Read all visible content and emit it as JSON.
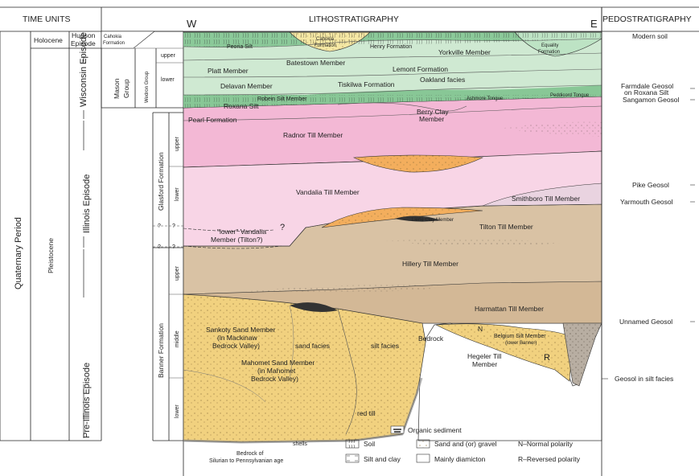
{
  "headers": {
    "time_units": "TIME UNITS",
    "lithostratigraphy": "LITHOSTRATIGRAPHY",
    "pedostratigraphy": "PEDOSTRATIGRAPHY",
    "west": "W",
    "east": "E"
  },
  "time_units": {
    "period": "Quaternary Period",
    "holocene": "Holocene",
    "pleistocene": "Pleistocene",
    "hudson": "Hudson Episode",
    "wisconsin": "Wisconsin Episode",
    "illinois": "Illinois Episode",
    "pre_illinois": "Pre-Illinois Episode"
  },
  "groups": {
    "cahokia_formation": "Cahokia Formation",
    "mason_group": "Mason Group",
    "wedron_group": "Wedron Group",
    "upper": "upper",
    "lower": "lower",
    "glasford_formation": "Glasford Formation",
    "glasford_upper": "upper",
    "glasford_lower": "lower",
    "banner_formation": "Banner Formation",
    "banner_upper": "upper",
    "banner_middle": "middle",
    "banner_lower": "lower",
    "qmarks": [
      "?",
      "?",
      "?",
      "?"
    ]
  },
  "units": {
    "peoria_silt": "Peoria Silt",
    "cahokia_formation": "Cahokia Formation",
    "henry_formation": "Henry Formation",
    "yorkville_member": "Yorkville Member",
    "equality_formation": "Equality Formation",
    "batestown_member": "Batestown Member",
    "platt_member": "Platt Member",
    "lemont_formation": "Lemont Formation",
    "delavan_member": "Delavan Member",
    "tiskilwa_formation": "Tiskilwa Formation",
    "oakland_facies": "Oakland facies",
    "robein_silt_member": "Robein Silt Member",
    "ashmore_tongue": "Ashmore Tongue",
    "peddicord_tongue": "Peddicord Tongue",
    "roxana_silt": "Roxana Silt",
    "pearl_formation": "Pearl Formation",
    "berry_clay_member": "Berry Clay Member",
    "radnor_till_member": "Radnor Till Member",
    "vandalia_till_member": "Vandalia Till Member",
    "smithboro_till_member": "Smithboro Till Member",
    "lierle_clay_member": "Lierle Clay Member",
    "lower_vandalia": "\"lower\" Vandalia",
    "lower_vandalia_2": "Member (Tilton?)",
    "tilton_till_member": "Tilton Till Member",
    "hillery_till_member": "Hillery Till Member",
    "harmattan_till_member": "Harmattan Till Member",
    "sankoty_1": "Sankoty Sand Member",
    "sankoty_2": "(in Mackinaw",
    "sankoty_3": "Bedrock Valley)",
    "sand_facies": "sand facies",
    "silt_facies": "silt facies",
    "mahomet_1": "Mahomet Sand Member",
    "mahomet_2": "(in Mahomet",
    "mahomet_3": "Bedrock Valley)",
    "bedrock": "Bedrock",
    "belgium_1": "Belgium Silt Member",
    "belgium_2": "(lower Banner)",
    "hegeler_1": "Hegeler Till",
    "hegeler_2": "Member",
    "n_mark": "N",
    "r_mark": "R",
    "red_till": "red till",
    "shells": "shells",
    "bedrock_base_1": "Bedrock of",
    "bedrock_base_2": "Silurian to Pennsylvanian age"
  },
  "pedostratigraphy": {
    "modern_soil": "Modern soil",
    "farmdale_1": "Farmdale Geosol",
    "farmdale_2": "on Roxana Silt",
    "sangamon": "Sangamon Geosol",
    "pike": "Pike Geosol",
    "yarmouth": "Yarmouth Geosol",
    "unnamed": "Unnamed Geosol",
    "silt_facies_geosol": "Geosol in silt facies"
  },
  "legend": {
    "organic": "Organic sediment",
    "soil": "Soil",
    "sand_gravel": "Sand and (or) gravel",
    "normal": "N–Normal polarity",
    "silt_clay": "Silt and clay",
    "diamicton": "Mainly diamicton",
    "reversed": "R–Reversed polarity"
  },
  "colors": {
    "mason_green": "#cfe9d2",
    "soil_green": "#7fc38f",
    "glasford_pink": "#f3b8d5",
    "vandalia_pink": "#f8d5e6",
    "tan": "#d9c2a4",
    "yellow_sand": "#f1d17f",
    "orange": "#f3ae5d",
    "gray_fill": "#b8aea2"
  }
}
